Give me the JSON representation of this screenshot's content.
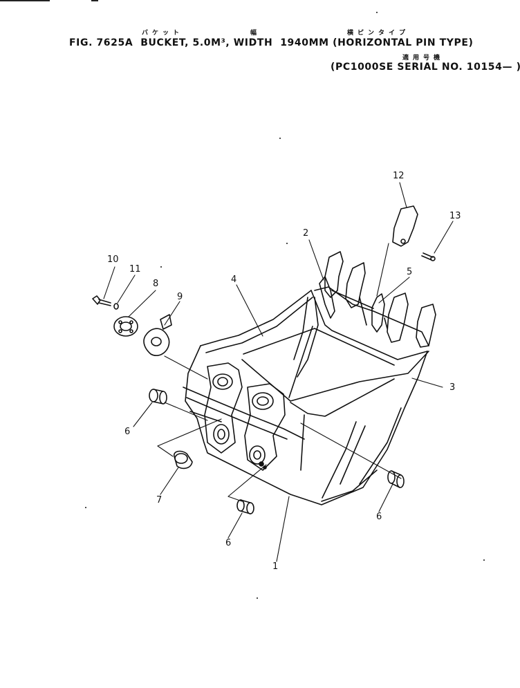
{
  "header": {
    "kana_bucket": "バケット",
    "kana_width": "幅",
    "kana_pin_type": "横ピンタイプ",
    "kana_applicable": "適用号機",
    "title_line": "FIG. 7625A  BUCKET, 5.0M³, WIDTH  1940MM (HORIZONTAL PIN TYPE)",
    "serial_line": "(PC1000SE SERIAL NO. 10154— )"
  },
  "callouts": {
    "c1": "1",
    "c2": "2",
    "c3": "3",
    "c4": "4",
    "c5": "5",
    "c6a": "6",
    "c6b": "6",
    "c6c": "6",
    "c7": "7",
    "c8": "8",
    "c9": "9",
    "c10": "10",
    "c11": "11",
    "c12": "12",
    "c13": "13"
  }
}
